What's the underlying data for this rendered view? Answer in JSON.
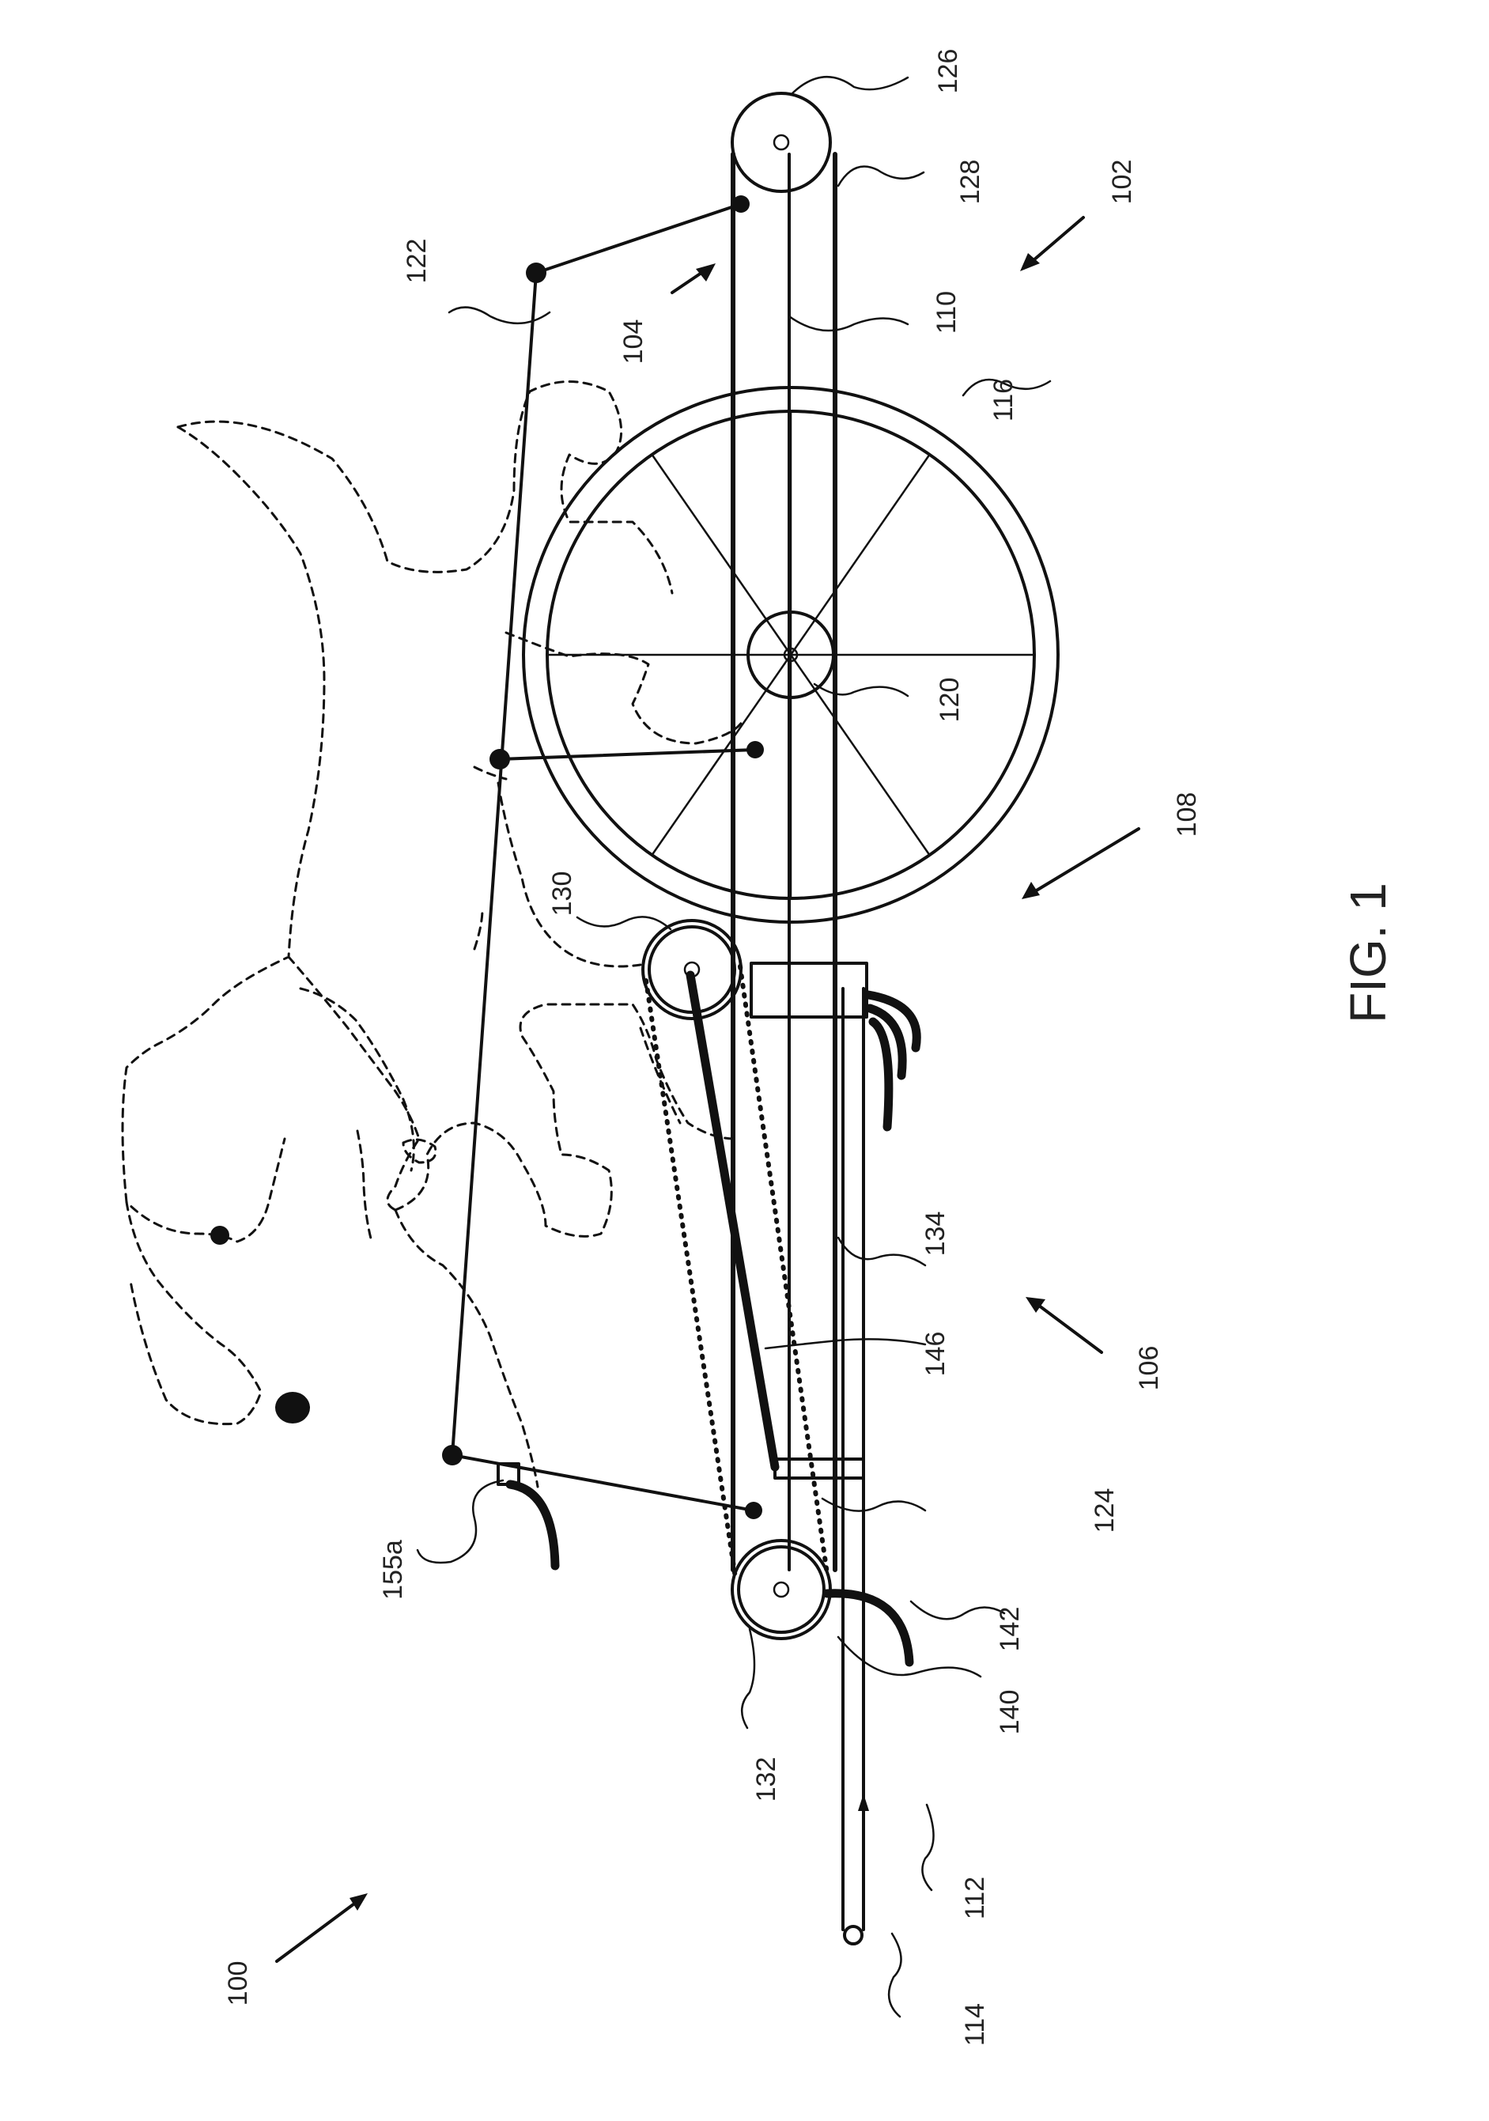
{
  "figure": {
    "caption": "FIG. 1"
  },
  "reference_numerals": {
    "r100": "100",
    "r102": "102",
    "r104": "104",
    "r106": "106",
    "r108": "108",
    "r110": "110",
    "r112": "112",
    "r114": "114",
    "r116": "116",
    "r120": "120",
    "r122": "122",
    "r124": "124",
    "r126": "126",
    "r128": "128",
    "r130": "130",
    "r132": "132",
    "r134": "134",
    "r140": "140",
    "r142": "142",
    "r146": "146",
    "r155a": "155a"
  }
}
